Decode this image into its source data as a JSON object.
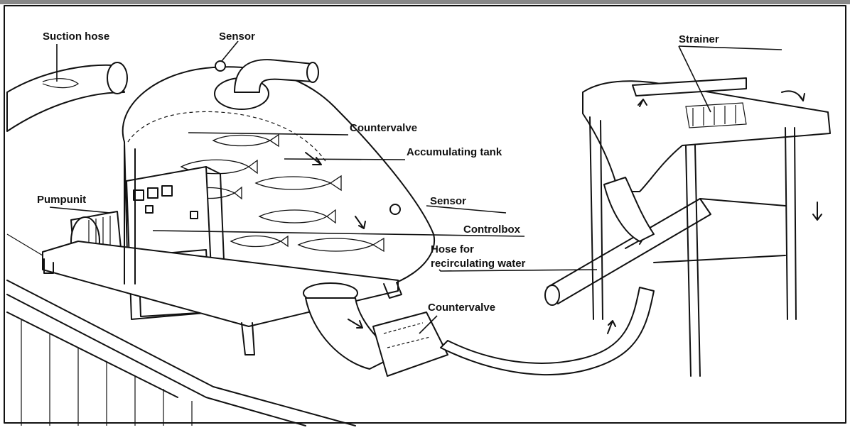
{
  "labels": {
    "suction_hose": "Suction hose",
    "sensor_top": "Sensor",
    "strainer": "Strainer",
    "countervalve_top": "Countervalve",
    "accumulating_tank": "Accumulating tank",
    "pumpunit": "Pumpunit",
    "sensor_side": "Sensor",
    "controlbox": "Controlbox",
    "hose_recirc_line1": "Hose for",
    "hose_recirc_line2": "recirculating water",
    "countervalve_bottom": "Countervalve"
  },
  "colors": {
    "ink": "#111111",
    "paper": "#ffffff"
  }
}
